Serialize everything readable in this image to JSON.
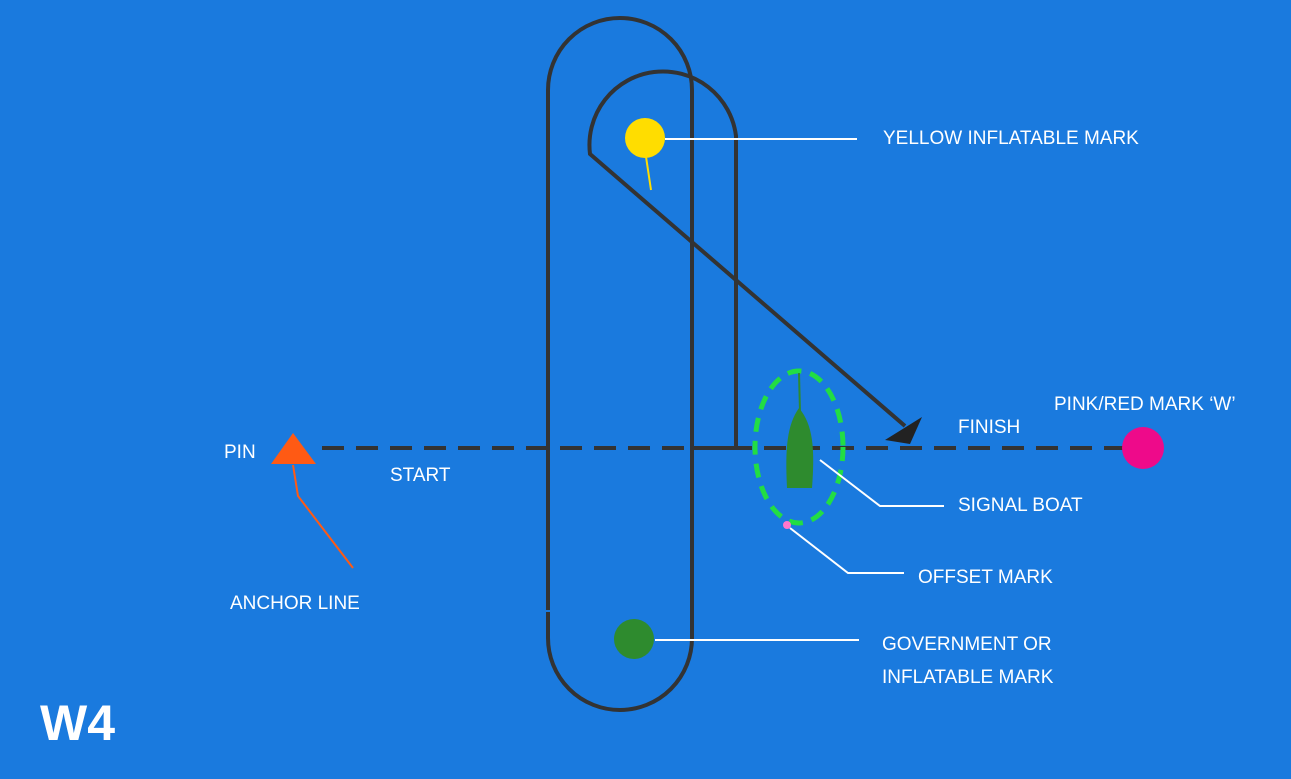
{
  "course_id": "W4",
  "labels": {
    "yellow_mark": "YELLOW INFLATABLE MARK",
    "pin": "PIN",
    "start": "START",
    "finish": "FINISH",
    "pink_mark": "PINK/RED MARK ‘W’",
    "signal_boat": "SIGNAL BOAT",
    "offset_mark": "OFFSET MARK",
    "anchor_line": "ANCHOR LINE",
    "government_mark": "GOVERNMENT OR INFLATABLE MARK"
  },
  "colors": {
    "background": "#1a7ade",
    "course_line": "#333333",
    "yellow_mark": "#ffdd00",
    "green_mark": "#2e8b2e",
    "pink_mark": "#ee0a8a",
    "pin": "#ff5a14",
    "signal_boat": "#2e8b2e",
    "signal_zone": "#22dd44",
    "leader_line": "#ffffff"
  }
}
